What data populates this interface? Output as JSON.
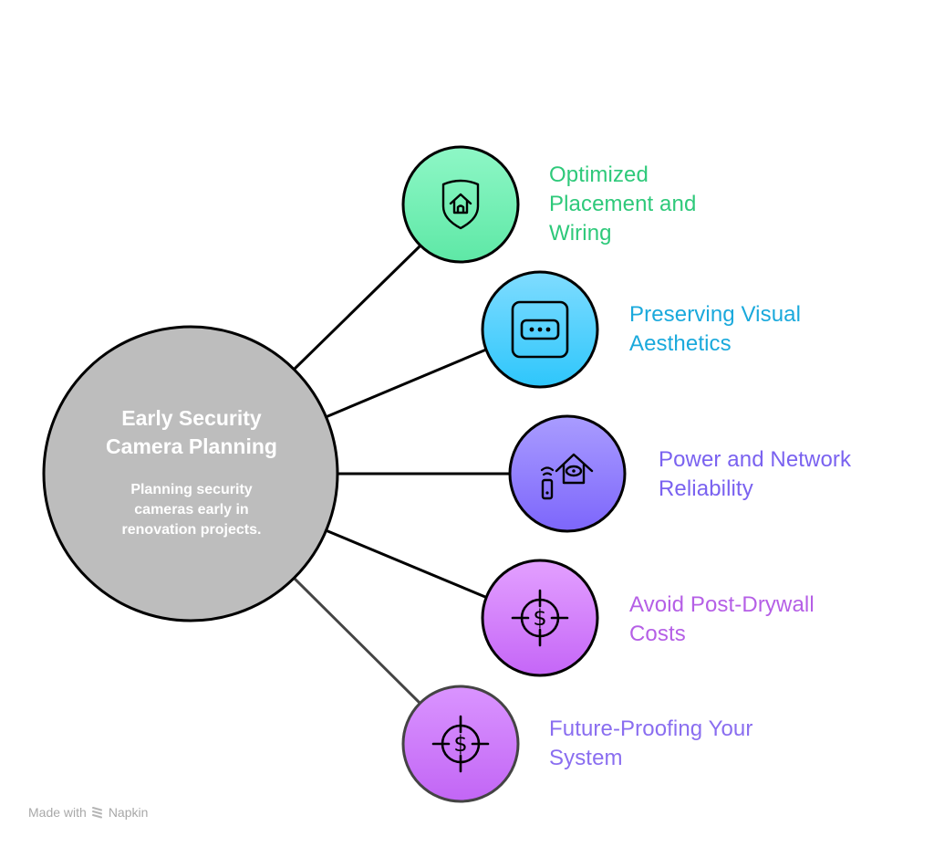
{
  "hub": {
    "title": "Early Security Camera Planning",
    "title_lines": [
      "Early Security",
      "Camera Planning"
    ],
    "description": "Planning security cameras early in renovation projects.",
    "description_lines": [
      "Planning security",
      "cameras early in",
      "renovation projects."
    ],
    "fill": "#bdbdbd"
  },
  "nodes": [
    {
      "label": "Optimized Placement and Wiring",
      "lines": [
        "Optimized",
        "Placement and",
        "Wiring"
      ],
      "icon": "shield-home-icon",
      "color_top": "#8ef7c6",
      "color_bottom": "#5ee8a6",
      "text_color": "#2ec97a",
      "stroke": "#000000"
    },
    {
      "label": "Preserving Visual Aesthetics",
      "lines": [
        "Preserving Visual",
        "Aesthetics"
      ],
      "icon": "wall-outlet-icon",
      "color_top": "#7fdcff",
      "color_bottom": "#2ec6fb",
      "text_color": "#1aa9dc",
      "stroke": "#000000"
    },
    {
      "label": "Power and Network Reliability",
      "lines": [
        "Power and Network",
        "Reliability"
      ],
      "icon": "smart-home-remote-icon",
      "color_top": "#a99cff",
      "color_bottom": "#7d66fb",
      "text_color": "#7a62f0",
      "stroke": "#000000"
    },
    {
      "label": "Avoid Post-Drywall Costs",
      "lines": [
        "Avoid Post-Drywall",
        "Costs"
      ],
      "icon": "dollar-target-icon",
      "color_top": "#e3a0ff",
      "color_bottom": "#c566f7",
      "text_color": "#b55fe6",
      "stroke": "#000000"
    },
    {
      "label": "Future-Proofing Your System",
      "lines": [
        "Future-Proofing Your",
        "System"
      ],
      "icon": "dollar-target-icon",
      "color_top": "#da94ff",
      "color_bottom": "#c266f5",
      "text_color": "#8a6ef0",
      "stroke": "#444444"
    }
  ],
  "footer": {
    "made_with": "Made with",
    "brand": "Napkin"
  }
}
